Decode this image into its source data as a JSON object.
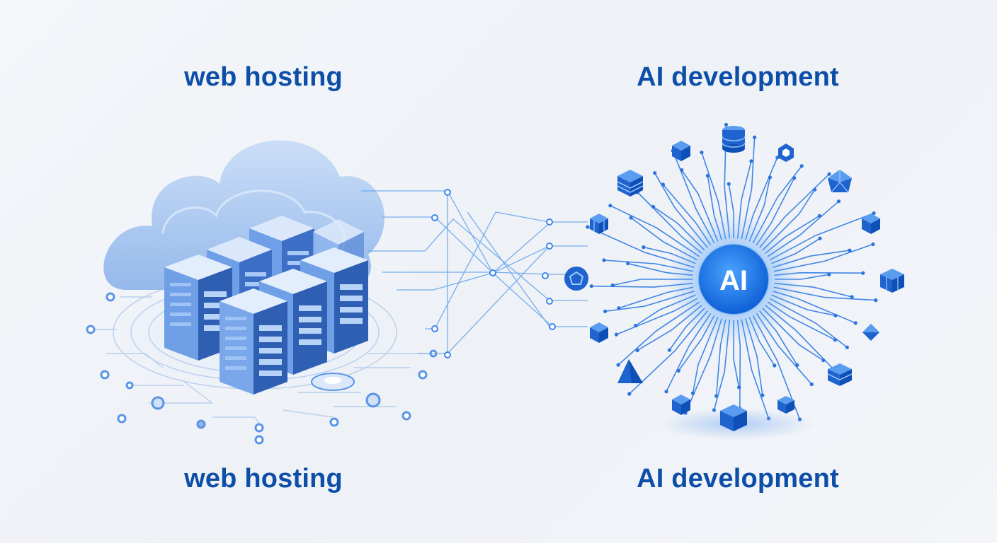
{
  "labels": {
    "left_top": "web hosting",
    "right_top": "AI development",
    "left_bottom": "web hosting",
    "right_bottom": "AI development"
  },
  "chip": {
    "text": "AI"
  },
  "colors": {
    "label": "#0d4fa8",
    "accent": "#1a73e8",
    "server_dark": "#2f5fb3",
    "cloud": "#9cc1ef",
    "line": "#7fb2ee"
  },
  "icons": {
    "cloud": "cloud-icon",
    "servers": "server-rack-icon",
    "chip": "ai-chip-icon",
    "nodes": "cube-icon"
  }
}
